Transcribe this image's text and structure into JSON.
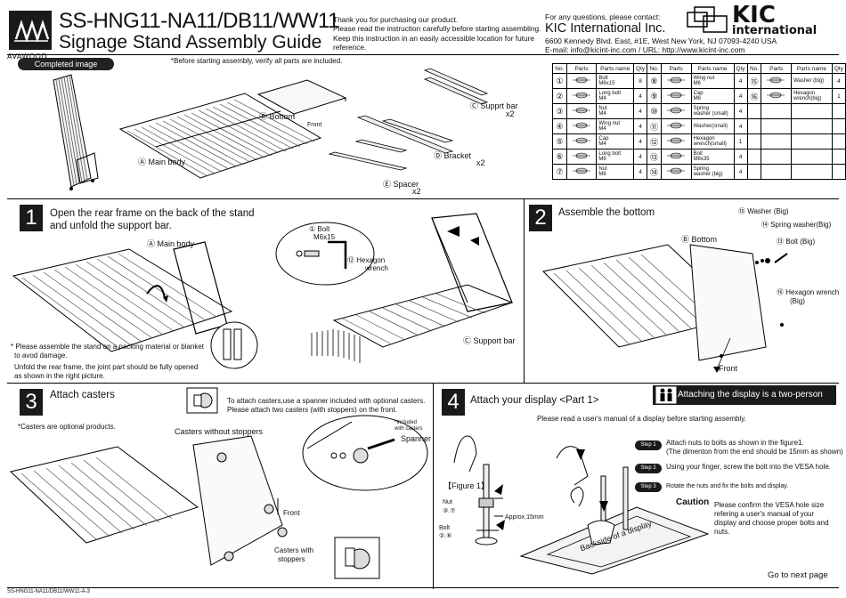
{
  "header": {
    "brand": "AVAWOOD",
    "title_line1": "SS-HNG11-NA11/DB11/WW11",
    "title_line2": "Signage Stand Assembly Guide",
    "thanks_lines": [
      "Thank you for purchasing our product.",
      "Please read the instruction carefully before starting assembling.",
      "Keep this instruction in an easily accessible location for future reference."
    ],
    "contact_label": "For any questions, please contact:",
    "company": "KIC International Inc.",
    "address": "6600 Kennedy Blvd. East, #1E, West New York, NJ 07093-4240 USA",
    "email_url": "E-mail: info@kicint-inc.com  /  URL: http://www.kicint-inc.com",
    "kic_logo_main": "KIC",
    "kic_logo_sub": "international"
  },
  "overview": {
    "completed_label": "Completed image",
    "verify_note": "*Before starting assembly, verify all parts are included.",
    "labels": {
      "main_body": "Ⓐ Main body",
      "bottom": "Ⓑ Bottom",
      "front": "Front",
      "support_bar": "Ⓒ Supprt bar",
      "support_bar_qty": "x2",
      "bracket": "Ⓓ Bracket",
      "bracket_qty": "x2",
      "spacer": "Ⓔ Spacer",
      "spacer_qty": "x2"
    }
  },
  "parts_table": {
    "headers": [
      "No.",
      "Parts",
      "Parts name",
      "Qty"
    ],
    "col1": [
      {
        "no": "①",
        "name": "Bolt",
        "spec": "M6x15",
        "qty": "8"
      },
      {
        "no": "②",
        "name": "Long bolt",
        "spec": "M4",
        "qty": "4"
      },
      {
        "no": "③",
        "name": "Nut",
        "spec": "M4",
        "qty": "4"
      },
      {
        "no": "④",
        "name": "Wing nut",
        "spec": "M4",
        "qty": "4"
      },
      {
        "no": "⑤",
        "name": "Cap",
        "spec": "M4",
        "qty": "4"
      },
      {
        "no": "⑥",
        "name": "Long bolt",
        "spec": "M6",
        "qty": "4"
      },
      {
        "no": "⑦",
        "name": "Nut",
        "spec": "M6",
        "qty": "4"
      }
    ],
    "col2": [
      {
        "no": "⑧",
        "name": "Wing nut",
        "spec": "M6",
        "qty": "4"
      },
      {
        "no": "⑨",
        "name": "Cap",
        "spec": "M6",
        "qty": "4"
      },
      {
        "no": "⑩",
        "name": "Spring",
        "spec": "washer (small)",
        "qty": "4"
      },
      {
        "no": "⑪",
        "name": "Washer(small)",
        "spec": "",
        "qty": "4"
      },
      {
        "no": "⑫",
        "name": "Hexagon",
        "spec": "wrench(small)",
        "qty": "1"
      },
      {
        "no": "⑬",
        "name": "Bolt",
        "spec": "M8x35",
        "qty": "4"
      },
      {
        "no": "⑭",
        "name": "Spring",
        "spec": "washer (big)",
        "qty": "4"
      }
    ],
    "col3": [
      {
        "no": "⑮",
        "name": "Washer (big)",
        "spec": "",
        "qty": "4"
      },
      {
        "no": "⑯",
        "name": "Hexagon",
        "spec": "wrench(big)",
        "qty": "1"
      }
    ]
  },
  "step1": {
    "number": "1",
    "title_line1": "Open the rear frame on the back of the stand",
    "title_line2": "and unfold the support bar.",
    "main_body": "Ⓐ Main body",
    "bolt_label": "① Bolt",
    "bolt_spec": "M6x15",
    "hex_label": "⑫ Hexagon",
    "hex_label2": "wrench",
    "support_bar": "Ⓒ Support bar",
    "note1": "* Please assemble the stand on a packing material or blanket",
    "note1b": "to avod damage.",
    "note2": "Unfold the rear frame, the joint part should be fully opened",
    "note2b": "as shown in the right picture."
  },
  "step2": {
    "number": "2",
    "title": "Assemble the bottom",
    "bottom": "Ⓑ Bottom",
    "washer": "⑮ Washer (Big)",
    "spring": "⑭ Spring washer(Big)",
    "bolt": "⑬ Bolt (Big)",
    "hex": "⑯ Hexagon wrench",
    "hex2": "(Big)",
    "front": "Front"
  },
  "step3": {
    "number": "3",
    "title": "Attach casters",
    "instr1": "To attach casters,use a spanner included with optional casters.",
    "instr2": "Please attach two casters (with stoppers) on the front.",
    "optional": "*Casters are optional products.",
    "without": "Casters without stoppers",
    "included": "*Included",
    "included2": "with casters",
    "spanner": "Spanner",
    "front": "Front",
    "with1": "Casters with",
    "with2": "stoppers"
  },
  "step4": {
    "number": "4",
    "title": "Attach your display <Part 1>",
    "banner": "Attaching the display is a two-person job",
    "read_manual": "Please read a user's manual of a display before starting assembly.",
    "step_labels": [
      "Step 1",
      "Step 2",
      "Step 3"
    ],
    "step1_text": "Attach nuts to bolts as shown in the figure1.",
    "step1_text2": "(The dimenton from the end should be 15mm as shown)",
    "step2_text": "Using your finger, screw the bolt into the VESA hole.",
    "step3_text": "Rotate the nuts and fix the bolts and display.",
    "caution": "Caution",
    "caution_text1": "Please confirm the VESA hole size",
    "caution_text2": "refering a user's manual of your",
    "caution_text3": "display and choose proper bolts and nuts.",
    "figure": "【Figure 1】",
    "nut": "Nut",
    "nut_nums": "③.⑦",
    "bolt": "Bolt",
    "bolt_nums": "②.⑥",
    "approx": "Approx.15mm",
    "backside": "Backside of a display",
    "next_page": "Go to next page"
  },
  "footer": {
    "code": "SS-HNG11-NA11/DB11/WW11-A-3"
  }
}
